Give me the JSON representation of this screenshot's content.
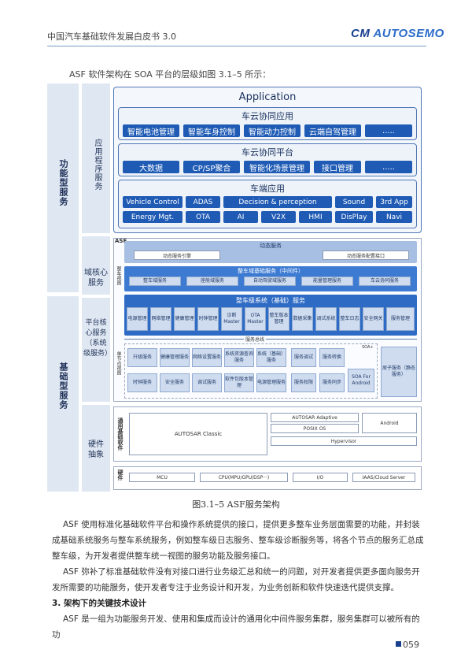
{
  "header": {
    "title": "中国汽车基础软件发展白皮书 3.0",
    "logo": "AUTOSEMO",
    "logo_mark": "CM"
  },
  "intro": "ASF 软件架构在 SOA 平台的层级如图 3.1–5 所示：",
  "figure": {
    "left_labels": {
      "functional": "功能型服务",
      "basic": "基础型服务"
    },
    "mid_labels": {
      "app": "应用程序服务",
      "domain": "域核心服务",
      "platform": "平台核心服务（系统级服务）",
      "hardware_abs": "硬件抽象"
    },
    "asf_tag": "ASF",
    "vehicle_view": "整车视图",
    "node_view": "单节点视图",
    "application": "Application",
    "cloud_app": {
      "title": "车云协同应用",
      "items": [
        "智能电池管理",
        "智能车身控制",
        "智能动力控制",
        "云端自驾管理",
        "....."
      ]
    },
    "cloud_platform": {
      "title": "车云协同平台",
      "items": [
        "大数据",
        "CP/SP聚合",
        "智能化场景管理",
        "接口管理",
        "....."
      ]
    },
    "vehicle_app": {
      "title": "车端应用",
      "row1": [
        "Vehicle Control",
        "ADAS",
        "Decision & perception",
        "Sound",
        "3rd App"
      ],
      "row2": [
        "Energy Mgt.",
        "OTA",
        "AI",
        "V2X",
        "HMI",
        "DisPlay",
        "Navi"
      ]
    },
    "dynamic": {
      "title": "动态服务",
      "items": [
        "动态服务引擎",
        "动态服务配置接口"
      ]
    },
    "domain_mid": {
      "title": "整车域基础服务（中间件）",
      "items": [
        "整车域服务",
        "座舱域服务",
        "自动驾驶域服务",
        "能量管理服务",
        "车云协同服务"
      ]
    },
    "vehicle_sys": {
      "title": "整车级系统（基础）服务",
      "items": [
        "电源管理",
        "网络管理",
        "健康管理",
        "时钟管理",
        "诊断Master",
        "OTA Master",
        "整车版本管理",
        "数据采集",
        "调试系统",
        "整车日志",
        "安全网关",
        "服务管理"
      ]
    },
    "service_bus": "服务总线",
    "node": {
      "row1": [
        "升级服务",
        "健康管理服务",
        "网络设置服务",
        "系统资源查询服务",
        "系统（基础）服务",
        "服务调试",
        "服务转换"
      ],
      "row2": [
        "时钟服务",
        "安全服务",
        "调试服务",
        "软件包版本管理",
        "电源管理服务",
        "服务权限",
        "服务同步",
        "SOA For Android"
      ],
      "soa_plus": "SOA+",
      "native": "原子服务（静态服务）"
    },
    "general_sw_label": "通用基础软件",
    "hw_label": "硬件",
    "general_sw": {
      "classic": "AUTOSAR Classic",
      "adaptive": "AUTOSAR Adaptive",
      "posix": "POSIX OS",
      "android": "Android",
      "hypervisor": "Hypervisor"
    },
    "hw": [
      "MCU",
      "CPU(MPU/GPU/DSP···)",
      "I/O",
      "IAAS/Cloud Server"
    ],
    "caption": "图3.1–5 ASF服务架构"
  },
  "paragraphs": [
    "ASF 使用标准化基础软件平台和操作系统提供的接口，提供更多整车业务层面需要的功能，并封装成基础系统服务与整车系统服务，例如整车级日志服务、整车级诊断服务等，将各个节点的服务汇总成整车级，为开发者提供整车统一视图的服务功能及服务接口。",
    "ASF 弥补了标准基础软件没有对接口进行业务级汇总和统一的问题，对开发者提供更多面向服务开发所需要的功能服务，使开发者专注于业务设计和开发，为业务创新和软件快速迭代提供支撑。"
  ],
  "section_heading": "3. 架构下的关键技术设计",
  "last_para": "ASF 是一组为功能服务开发、使用和集成而设计的通用化中间件服务集群，服务集群可以被所有的功",
  "page_number": "059",
  "colors": {
    "accent": "#1f5bb5",
    "label_bg": "#dfe7f3"
  }
}
